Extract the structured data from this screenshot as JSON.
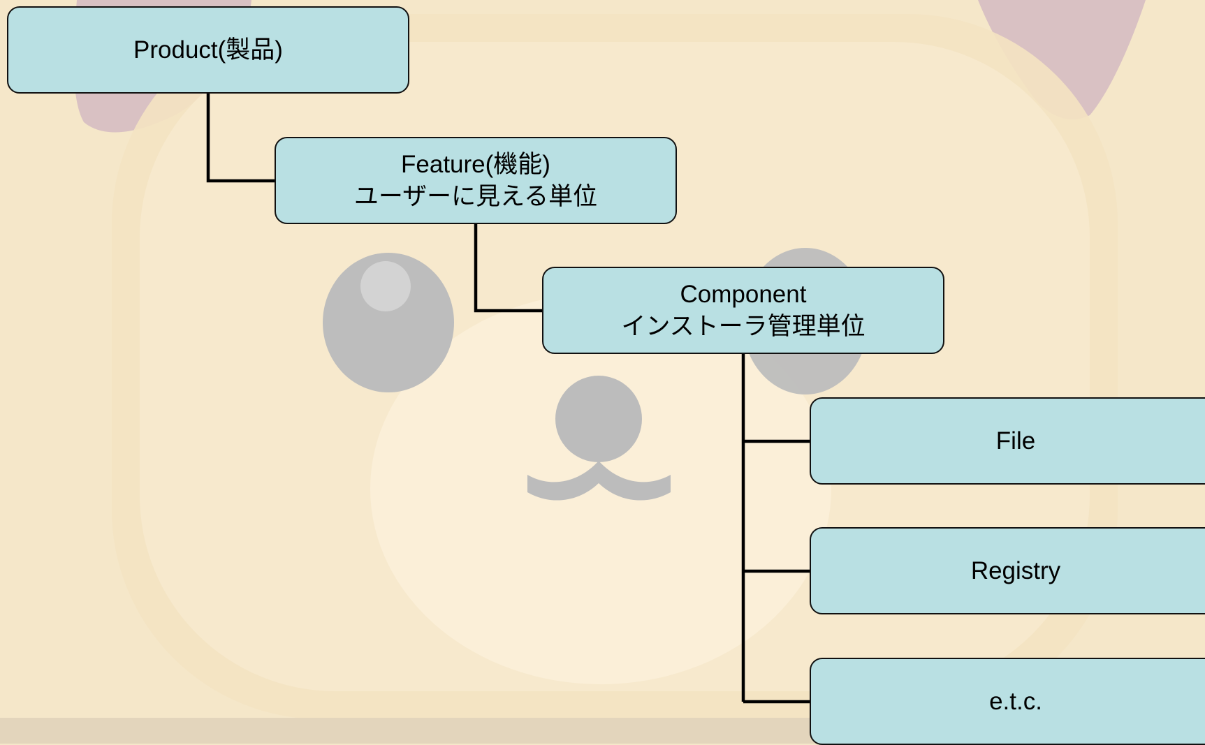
{
  "nodes": {
    "product": {
      "lines": [
        "Product(製品)"
      ]
    },
    "feature": {
      "lines": [
        "Feature(機能)",
        "ユーザーに見える単位"
      ]
    },
    "component": {
      "lines": [
        "Component",
        "インストーラ管理単位"
      ]
    },
    "file": {
      "lines": [
        "File"
      ]
    },
    "registry": {
      "lines": [
        "Registry"
      ]
    },
    "etc": {
      "lines": [
        "e.t.c."
      ]
    }
  },
  "colors": {
    "background": "#f5e7c9",
    "node_fill": "#b9e0e3",
    "node_border": "#111111",
    "connector": "#000000"
  }
}
